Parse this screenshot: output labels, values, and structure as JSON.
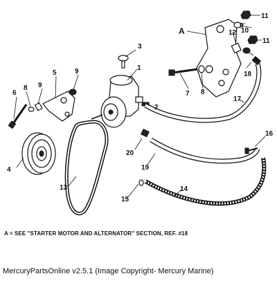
{
  "diagram": {
    "section_marker": "A",
    "callouts": [
      "1",
      "2",
      "3",
      "4",
      "5",
      "6",
      "7",
      "8",
      "9",
      "10",
      "11",
      "12",
      "13",
      "14",
      "15",
      "16",
      "17",
      "18",
      "19",
      "20"
    ]
  },
  "note": "A = SEE \"STARTER MOTOR AND ALTERNATOR\" SECTION, REF. #18",
  "footer": "MercuryPartsOnline v2.5.1 (Image Copyright- Mercury Marine)"
}
